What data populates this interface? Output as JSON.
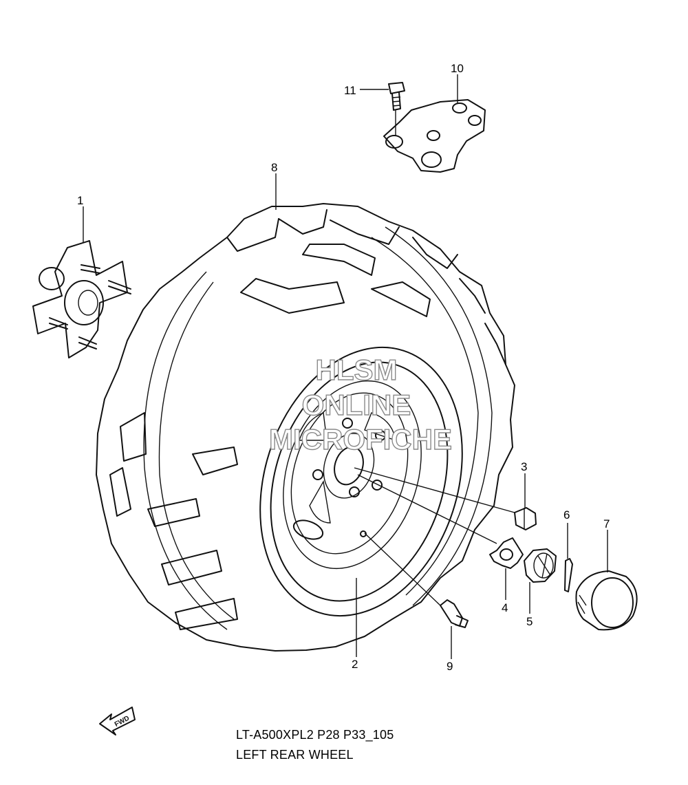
{
  "callouts": [
    {
      "id": "1",
      "label": "1"
    },
    {
      "id": "2",
      "label": "2"
    },
    {
      "id": "3",
      "label": "3"
    },
    {
      "id": "4",
      "label": "4"
    },
    {
      "id": "5",
      "label": "5"
    },
    {
      "id": "6",
      "label": "6"
    },
    {
      "id": "7",
      "label": "7"
    },
    {
      "id": "8",
      "label": "8"
    },
    {
      "id": "9",
      "label": "9"
    },
    {
      "id": "10",
      "label": "10"
    },
    {
      "id": "11",
      "label": "11"
    }
  ],
  "watermark": {
    "line1": "HLSM",
    "line2": "ONLINE",
    "line3": "MICROFICHE"
  },
  "direction_arrow": {
    "text": "FWD"
  },
  "caption": {
    "code": "LT-A500XPL2 P28 P33_105",
    "title": "LEFT REAR WHEEL"
  }
}
